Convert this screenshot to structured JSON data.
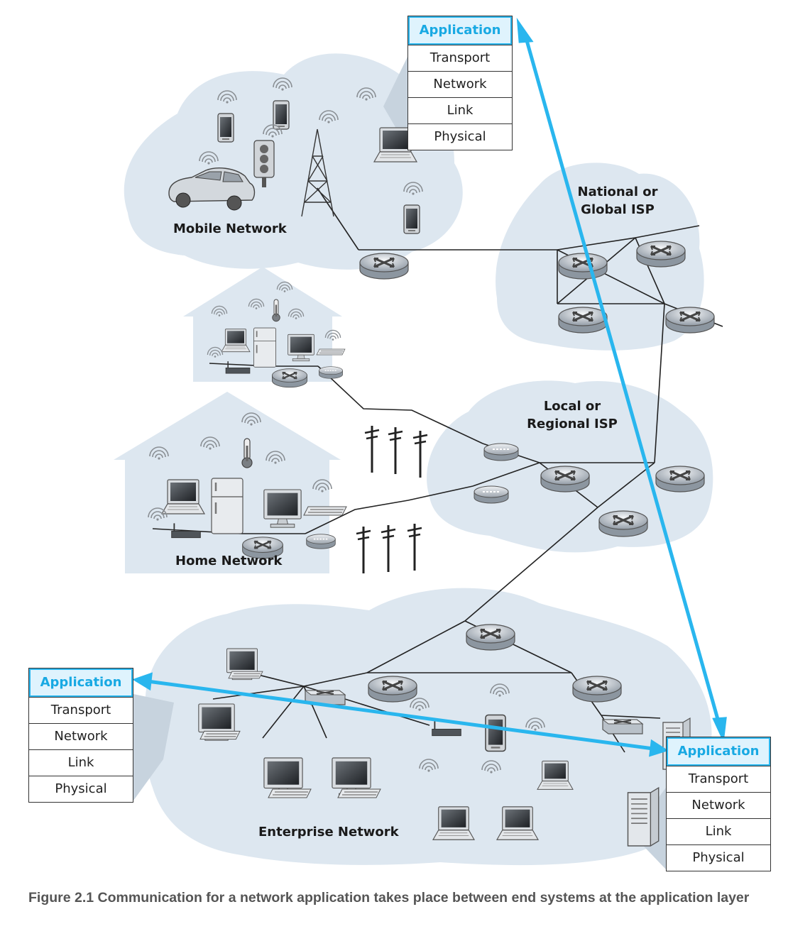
{
  "regions": {
    "mobile": "Mobile Network",
    "national_isp": [
      "National or",
      "Global ISP"
    ],
    "local_isp": [
      "Local or",
      "Regional ISP"
    ],
    "home": "Home Network",
    "enterprise": "Enterprise Network"
  },
  "stacks": {
    "top": [
      "Application",
      "Transport",
      "Network",
      "Link",
      "Physical"
    ],
    "left": [
      "Application",
      "Transport",
      "Network",
      "Link",
      "Physical"
    ],
    "right": [
      "Application",
      "Transport",
      "Network",
      "Link",
      "Physical"
    ]
  },
  "caption": "Figure 2.1 Communication for a network application takes place between end systems at the application layer",
  "colors": {
    "cloud": "#dde7f0",
    "arrow": "#29b6ee",
    "app_layer_bg": "#dff3fd",
    "caption": "#555555"
  }
}
